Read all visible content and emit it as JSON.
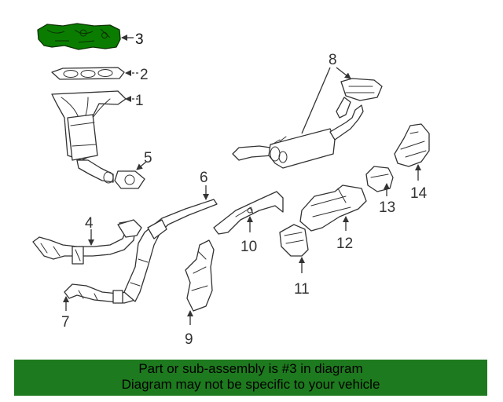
{
  "diagram": {
    "callouts": [
      "1",
      "2",
      "3",
      "4",
      "5",
      "6",
      "7",
      "8",
      "9",
      "10",
      "11",
      "12",
      "13",
      "14"
    ],
    "highlighted_part": "3",
    "highlight_color": "#0a7d00"
  },
  "footer": {
    "line1": "Part or sub-assembly is #3 in diagram",
    "line2": "Diagram may not be specific to your vehicle",
    "background": "#1e7a1e"
  }
}
